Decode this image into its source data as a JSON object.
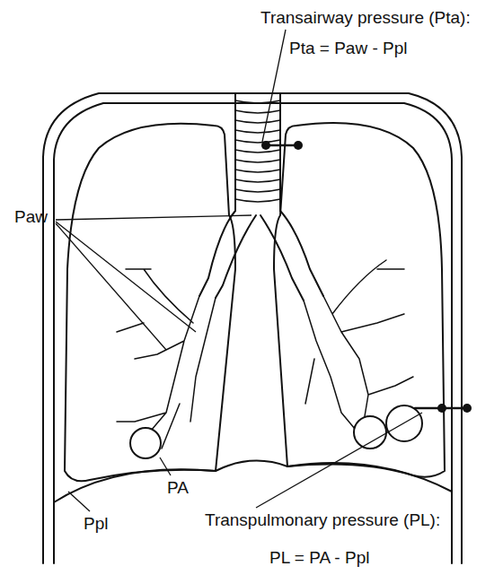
{
  "diagram": {
    "labels": [
      "Transairway pressure (Pta):",
      "Pta = Paw - Ppl",
      "Paw",
      "PA",
      "Ppl",
      "Transpulmonary pressure (PL):",
      "PL = PA - Ppl"
    ]
  }
}
